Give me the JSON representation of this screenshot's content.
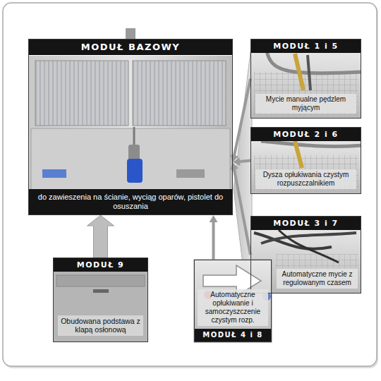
{
  "diagram": {
    "nodes": [
      {
        "text": [
          "MODUŁ BAZOWY",
          "do zawieszenia na ścianie, wyciąg oparów, pistolet do osuszania"
        ]
      },
      {
        "text": [
          "MODUŁ 1 i 5",
          "Mycie manualne pędzlem myjącym"
        ]
      },
      {
        "text": [
          "MODUŁ 2 i 6",
          "Dysza opłukiwania czystym rozpuszczalnikiem"
        ]
      },
      {
        "text": [
          "MODUŁ 3 i 7",
          "Automatyczne mycie z regulowanym czasem"
        ]
      },
      {
        "text": [
          "MODUŁ 9",
          "Obudowana podstawa z klapą osłonową"
        ]
      },
      {
        "text": [
          "MODUŁ 4 i 8",
          "Automatyczne opłukiwanie i samoczyszczenie czystym rozp."
        ]
      }
    ],
    "edges": [
      {
        "from": 1,
        "to": 0,
        "arrow": "to"
      },
      {
        "from": 2,
        "to": 0,
        "arrow": "to"
      },
      {
        "from": 3,
        "to": 0,
        "arrow": "to"
      },
      {
        "from": 5,
        "to": 0,
        "arrow": "to"
      },
      {
        "from": 4,
        "to": 0,
        "arrow": "to"
      }
    ]
  }
}
